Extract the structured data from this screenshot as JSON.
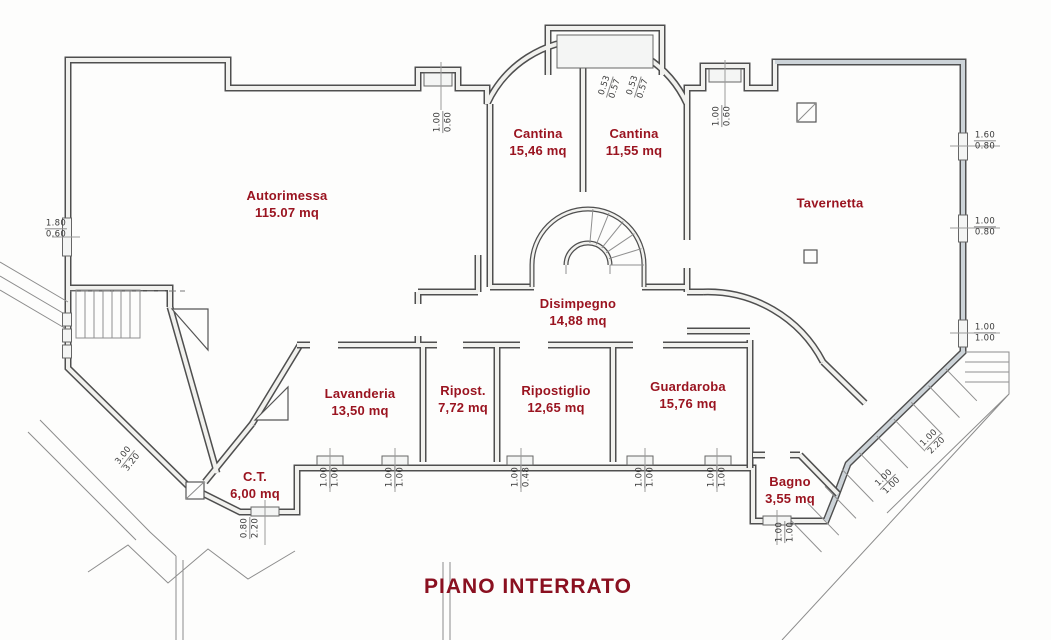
{
  "title": "PIANO INTERRATO",
  "colors": {
    "room_label": "#9a1420",
    "title": "#8a1020",
    "dimension_text": "#3a3a3a",
    "wall_line": "#4f4f4f"
  },
  "rooms": [
    {
      "name": "Autorimessa",
      "area": "115.07 mq"
    },
    {
      "name": "Cantina",
      "area": "15,46 mq"
    },
    {
      "name": "Cantina",
      "area": "11,55 mq"
    },
    {
      "name": "Tavernetta",
      "area": ""
    },
    {
      "name": "Disimpegno",
      "area": "14,88 mq"
    },
    {
      "name": "Lavanderia",
      "area": "13,50 mq"
    },
    {
      "name": "Ripost.",
      "area": "7,72 mq"
    },
    {
      "name": "Ripostiglio",
      "area": "12,65 mq"
    },
    {
      "name": "Guardaroba",
      "area": "15,76 mq"
    },
    {
      "name": "C.T.",
      "area": "6,00 mq"
    },
    {
      "name": "Bagno",
      "area": "3,55 mq"
    }
  ],
  "dims": [
    {
      "t": "1.80",
      "b": "0.60"
    },
    {
      "t": "1.00",
      "b": "0.60"
    },
    {
      "t": "0.53",
      "b": "0.57"
    },
    {
      "t": "0.53",
      "b": "0.57"
    },
    {
      "t": "1.00",
      "b": "0.60"
    },
    {
      "t": "1.60",
      "b": "0.80"
    },
    {
      "t": "1.00",
      "b": "0.80"
    },
    {
      "t": "1.00",
      "b": "1.00"
    },
    {
      "t": "3.00",
      "b": "3.20"
    },
    {
      "t": "0.80",
      "b": "2.20"
    },
    {
      "t": "1.00",
      "b": "1.00"
    },
    {
      "t": "1.00",
      "b": "1.00"
    },
    {
      "t": "1.00",
      "b": "0.48"
    },
    {
      "t": "1.00",
      "b": "1.00"
    },
    {
      "t": "1.00",
      "b": "1.00"
    },
    {
      "t": "1.00",
      "b": "1.00"
    },
    {
      "t": "1.00",
      "b": "2.20"
    },
    {
      "t": "1.00",
      "b": "1.00"
    }
  ]
}
